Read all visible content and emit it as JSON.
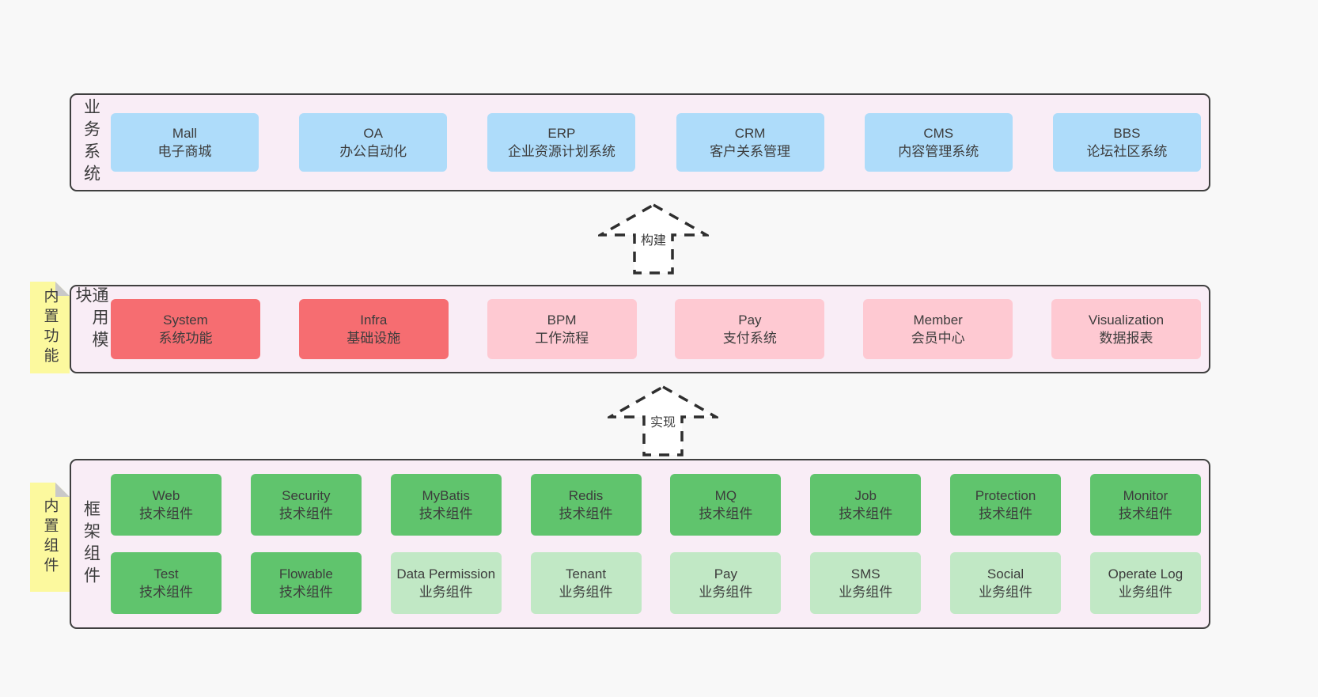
{
  "colors": {
    "page_bg": "#f8f8f8",
    "panel_bg": "#f9edf6",
    "panel_border": "#3f3f3f",
    "box_blue": "#aedcfa",
    "box_red": "#f66d71",
    "box_pink": "#fec9d2",
    "box_green": "#60c46d",
    "box_green_light": "#c1e8c5",
    "tag_yellow": "#fcf99e",
    "tag_fold": "#c9c9c9",
    "text": "#3c3c3c"
  },
  "arrows": [
    {
      "label": "构建"
    },
    {
      "label": "实现"
    }
  ],
  "panels": [
    {
      "id": "business",
      "side_label": "业务系统",
      "rows": [
        [
          {
            "title": "Mall",
            "subtitle": "电子商城",
            "variant": "blue"
          },
          {
            "title": "OA",
            "subtitle": "办公自动化",
            "variant": "blue"
          },
          {
            "title": "ERP",
            "subtitle": "企业资源计划系统",
            "variant": "blue"
          },
          {
            "title": "CRM",
            "subtitle": "客户关系管理",
            "variant": "blue"
          },
          {
            "title": "CMS",
            "subtitle": "内容管理系统",
            "variant": "blue"
          },
          {
            "title": "BBS",
            "subtitle": "论坛社区系统",
            "variant": "blue"
          }
        ]
      ]
    },
    {
      "id": "modules",
      "side_label": "通用模块",
      "tag": "内置功能",
      "rows": [
        [
          {
            "title": "System",
            "subtitle": "系统功能",
            "variant": "red"
          },
          {
            "title": "Infra",
            "subtitle": "基础设施",
            "variant": "red"
          },
          {
            "title": "BPM",
            "subtitle": "工作流程",
            "variant": "pink"
          },
          {
            "title": "Pay",
            "subtitle": "支付系统",
            "variant": "pink"
          },
          {
            "title": "Member",
            "subtitle": "会员中心",
            "variant": "pink"
          },
          {
            "title": "Visualization",
            "subtitle": "数据报表",
            "variant": "pink"
          }
        ]
      ]
    },
    {
      "id": "framework",
      "side_label": "框架组件",
      "tag": "内置组件",
      "rows": [
        [
          {
            "title": "Web",
            "subtitle": "技术组件",
            "variant": "green"
          },
          {
            "title": "Security",
            "subtitle": "技术组件",
            "variant": "green"
          },
          {
            "title": "MyBatis",
            "subtitle": "技术组件",
            "variant": "green"
          },
          {
            "title": "Redis",
            "subtitle": "技术组件",
            "variant": "green"
          },
          {
            "title": "MQ",
            "subtitle": "技术组件",
            "variant": "green"
          },
          {
            "title": "Job",
            "subtitle": "技术组件",
            "variant": "green"
          },
          {
            "title": "Protection",
            "subtitle": "技术组件",
            "variant": "green"
          },
          {
            "title": "Monitor",
            "subtitle": "技术组件",
            "variant": "green"
          }
        ],
        [
          {
            "title": "Test",
            "subtitle": "技术组件",
            "variant": "green"
          },
          {
            "title": "Flowable",
            "subtitle": "技术组件",
            "variant": "green"
          },
          {
            "title": "Data Permission",
            "subtitle": "业务组件",
            "variant": "green-light"
          },
          {
            "title": "Tenant",
            "subtitle": "业务组件",
            "variant": "green-light"
          },
          {
            "title": "Pay",
            "subtitle": "业务组件",
            "variant": "green-light"
          },
          {
            "title": "SMS",
            "subtitle": "业务组件",
            "variant": "green-light"
          },
          {
            "title": "Social",
            "subtitle": "业务组件",
            "variant": "green-light"
          },
          {
            "title": "Operate Log",
            "subtitle": "业务组件",
            "variant": "green-light"
          }
        ]
      ]
    }
  ]
}
